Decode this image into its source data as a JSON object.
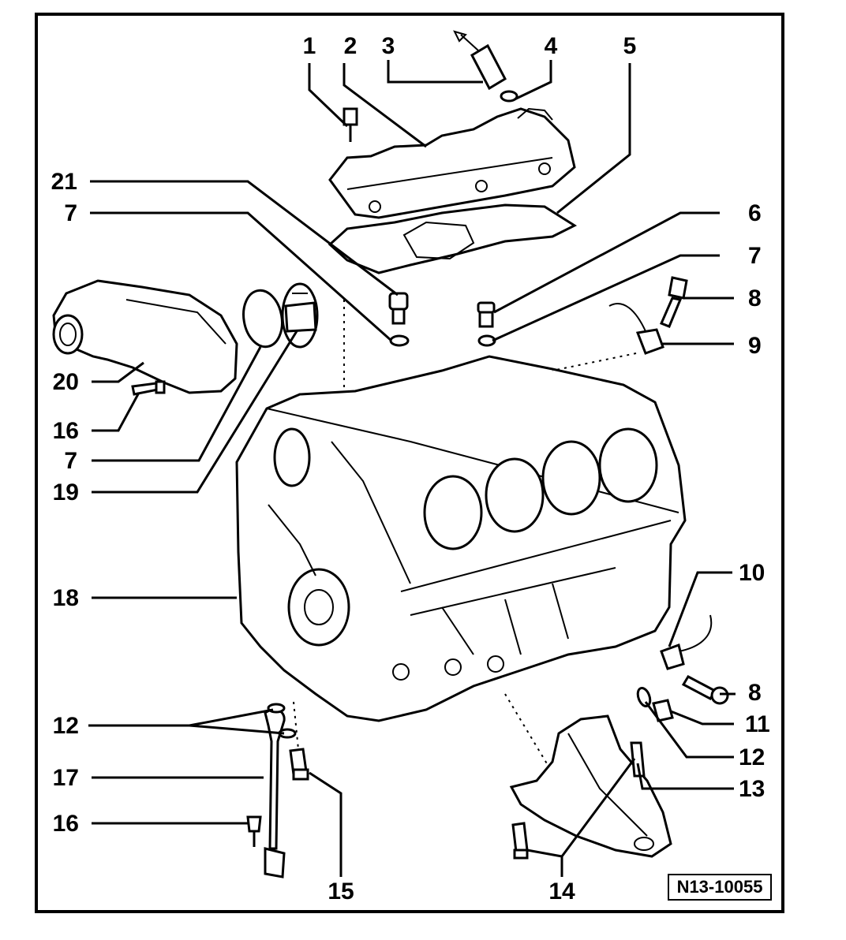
{
  "figure_id": "N13-10055",
  "callouts": [
    {
      "key": "c1",
      "label": "1"
    },
    {
      "key": "c2",
      "label": "2"
    },
    {
      "key": "c3",
      "label": "3"
    },
    {
      "key": "c4",
      "label": "4"
    },
    {
      "key": "c5",
      "label": "5"
    },
    {
      "key": "c21",
      "label": "21"
    },
    {
      "key": "c7a",
      "label": "7"
    },
    {
      "key": "c6",
      "label": "6"
    },
    {
      "key": "c7b",
      "label": "7"
    },
    {
      "key": "c8a",
      "label": "8"
    },
    {
      "key": "c9",
      "label": "9"
    },
    {
      "key": "c20",
      "label": "20"
    },
    {
      "key": "c16a",
      "label": "16"
    },
    {
      "key": "c7c",
      "label": "7"
    },
    {
      "key": "c19",
      "label": "19"
    },
    {
      "key": "c18",
      "label": "18"
    },
    {
      "key": "c10",
      "label": "10"
    },
    {
      "key": "c8b",
      "label": "8"
    },
    {
      "key": "c12a",
      "label": "12"
    },
    {
      "key": "c11",
      "label": "11"
    },
    {
      "key": "c12b",
      "label": "12"
    },
    {
      "key": "c17",
      "label": "17"
    },
    {
      "key": "c13",
      "label": "13"
    },
    {
      "key": "c16b",
      "label": "16"
    },
    {
      "key": "c15",
      "label": "15"
    },
    {
      "key": "c14",
      "label": "14"
    }
  ]
}
